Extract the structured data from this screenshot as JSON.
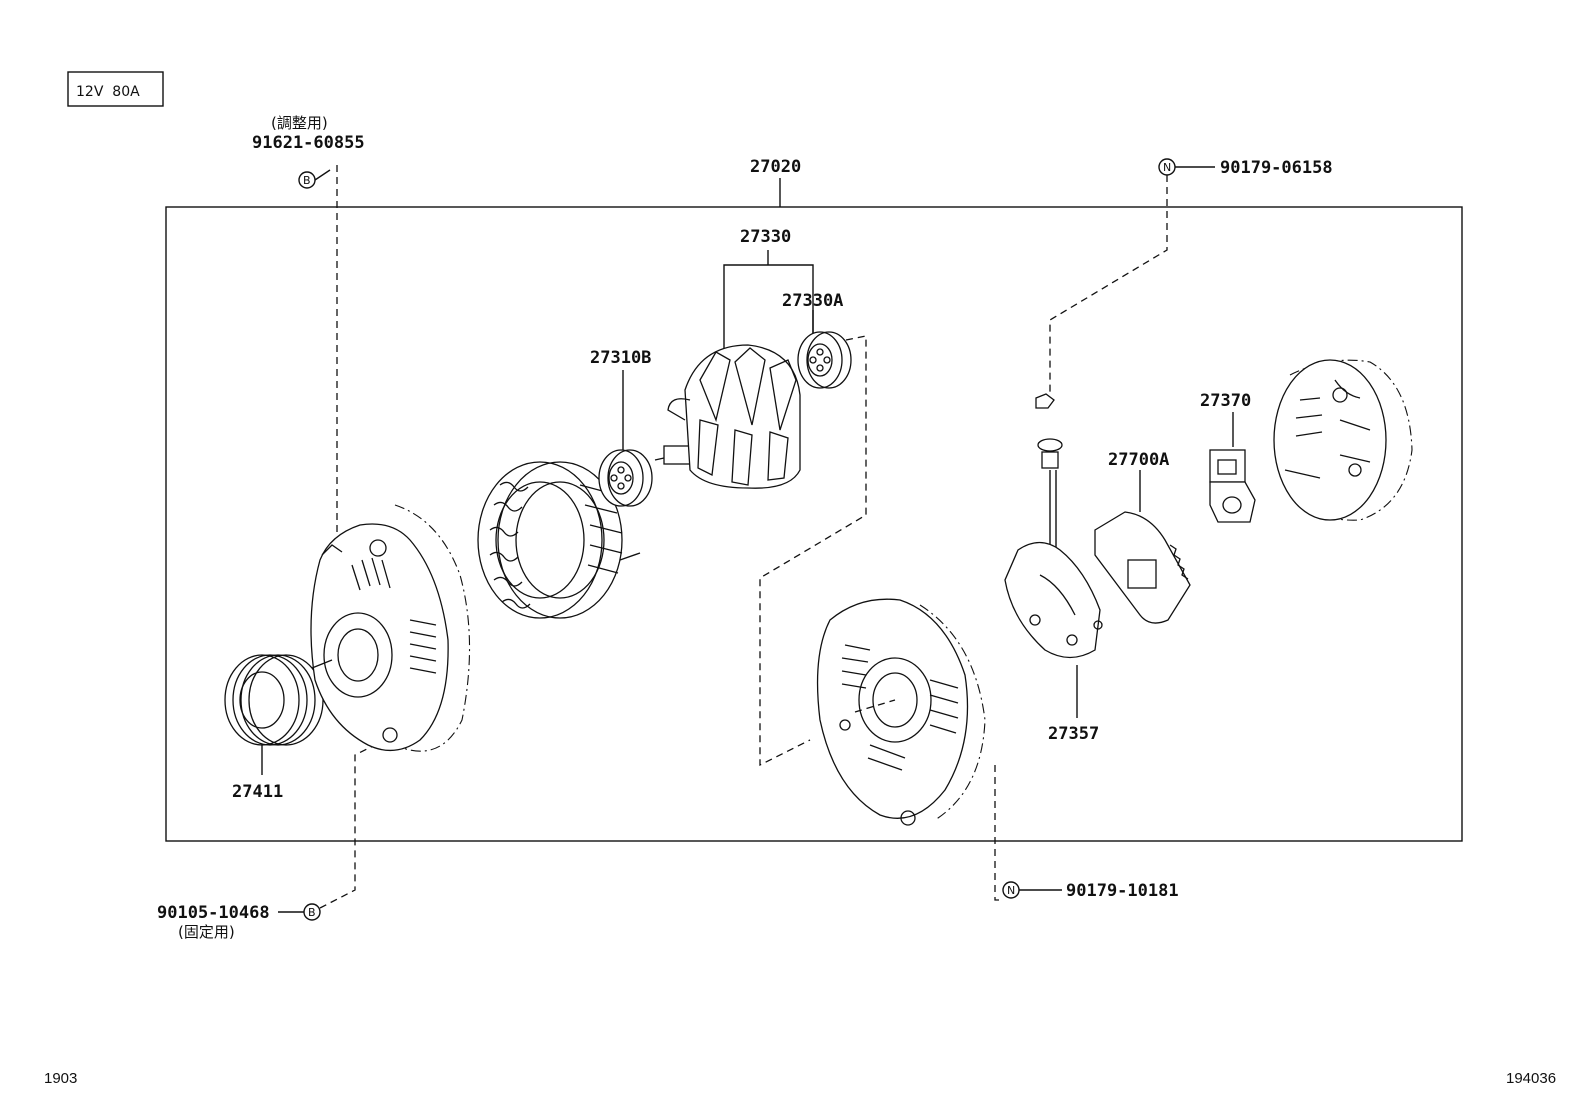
{
  "spec_box": "12V  80A",
  "assembly_number": "27020",
  "parts": {
    "rotor": "27330",
    "rear_bearing": "27330A",
    "front_bearing": "27310B",
    "regulator": "27370",
    "brush_holder": "27700A",
    "rectifier": "27357",
    "pulley": "27411"
  },
  "fasteners": {
    "adjust_bolt": {
      "number": "91621-60855",
      "note": "(調整用)",
      "symbol": "B"
    },
    "fix_bolt": {
      "number": "90105-10468",
      "note": "(固定用)",
      "symbol": "B"
    },
    "nut_top": {
      "number": "90179-06158",
      "symbol": "N"
    },
    "nut_bottom": {
      "number": "90179-10181",
      "symbol": "N"
    }
  },
  "footer": {
    "left_code": "1903",
    "right_code": "194036"
  }
}
